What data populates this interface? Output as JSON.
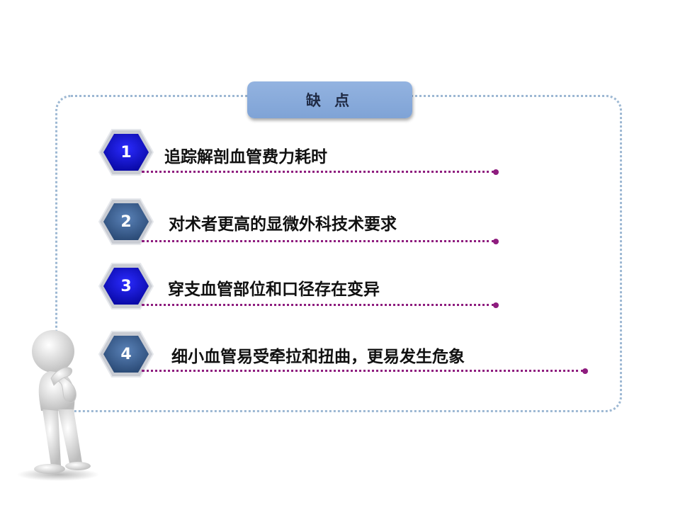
{
  "title": "缺 点",
  "items": [
    {
      "num": "1",
      "text": "追踪解剖血管费力耗时",
      "color": "#1010c8"
    },
    {
      "num": "2",
      "text": "对术者更高的显微外科技术要求",
      "color": "#3a5f8e"
    },
    {
      "num": "3",
      "text": "穿支血管部位和口径存在变异",
      "color": "#1010c8"
    },
    {
      "num": "4",
      "text": "细小血管易受牵拉和扭曲，更易发生危象",
      "color": "#3a5f8e"
    }
  ],
  "colors": {
    "frame": "#9db8d3",
    "tab": "#8fb0de",
    "rule": "#8e1c7e"
  },
  "illustration": "thinking-figure"
}
